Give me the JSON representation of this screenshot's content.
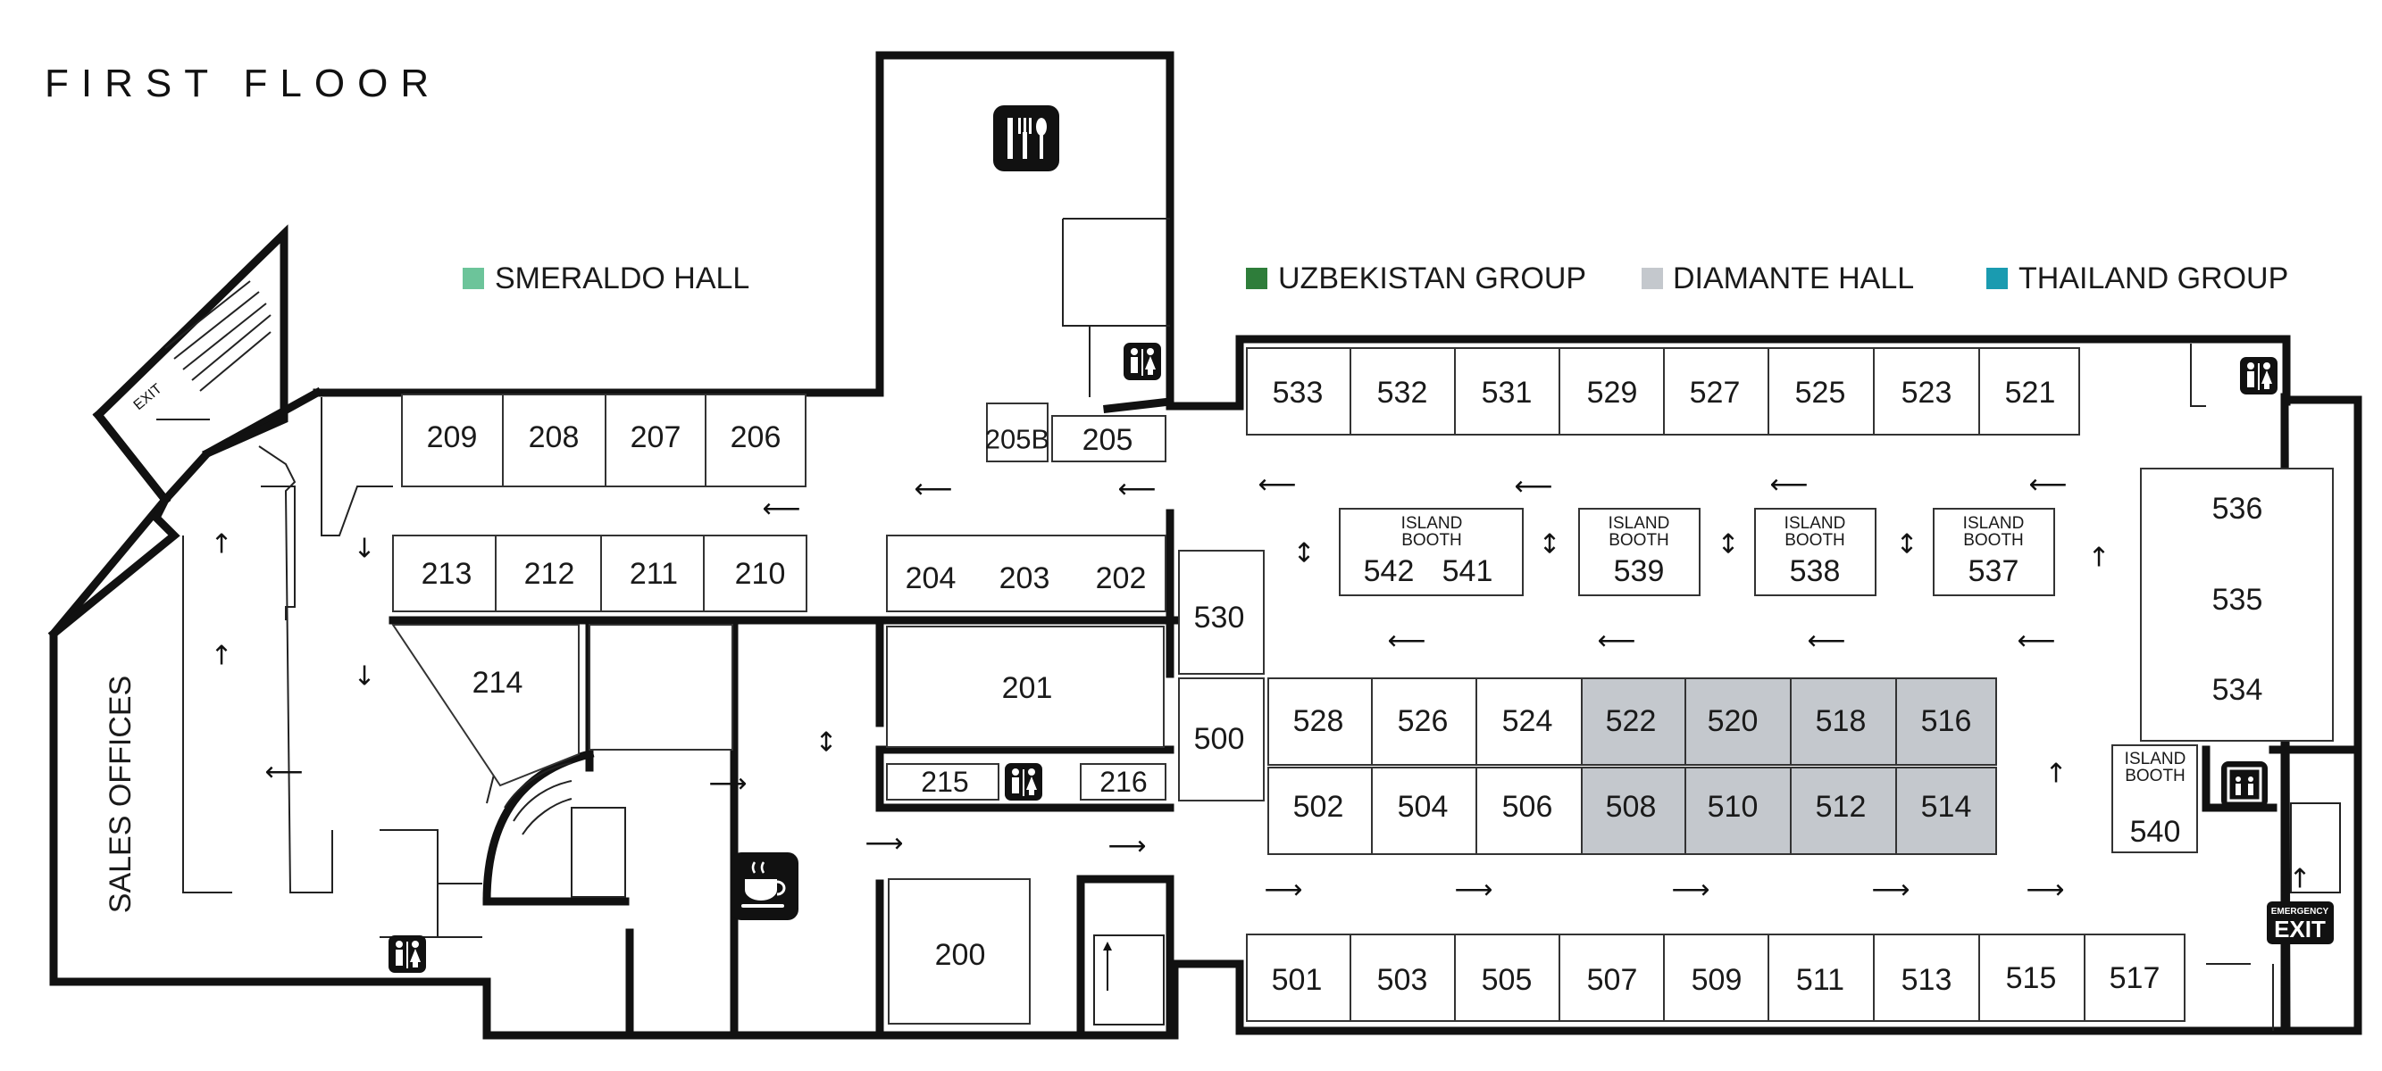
{
  "title": "FIRST FLOOR",
  "legend": [
    {
      "label": "SMERALDO HALL",
      "color": "#6cc49a"
    },
    {
      "label": "UZBEKISTAN GROUP",
      "color": "#2e7d3a"
    },
    {
      "label": "DIAMANTE HALL",
      "color": "#c4c8cd"
    },
    {
      "label": "THAILAND GROUP",
      "color": "#1a9bb0"
    }
  ],
  "colors": {
    "wall": "#111111",
    "booth_fill": "#ffffff",
    "diamante_fill": "#c4c8cd"
  },
  "rooms": {
    "sales_offices": "SALES OFFICES",
    "island_booth": [
      "ISLAND",
      "BOOTH"
    ]
  },
  "booths": {
    "b209": "209",
    "b208": "208",
    "b207": "207",
    "b206": "206",
    "b213": "213",
    "b212": "212",
    "b211": "211",
    "b210": "210",
    "b214": "214",
    "b204": "204",
    "b203": "203",
    "b202": "202",
    "b205b": "205B",
    "b205": "205",
    "b201": "201",
    "b215": "215",
    "b216": "216",
    "b200": "200",
    "b530": "530",
    "b500": "500",
    "b533": "533",
    "b532": "532",
    "b531": "531",
    "b529": "529",
    "b527": "527",
    "b525": "525",
    "b523": "523",
    "b521": "521",
    "b542": "542",
    "b541": "541",
    "b539": "539",
    "b538": "538",
    "b537": "537",
    "b536": "536",
    "b535": "535",
    "b534": "534",
    "b540": "540",
    "b528": "528",
    "b526": "526",
    "b524": "524",
    "b522": "522",
    "b520": "520",
    "b518": "518",
    "b516": "516",
    "b502": "502",
    "b504": "504",
    "b506": "506",
    "b508": "508",
    "b510": "510",
    "b512": "512",
    "b514": "514",
    "b501": "501",
    "b503": "503",
    "b505": "505",
    "b507": "507",
    "b509": "509",
    "b511": "511",
    "b513": "513",
    "b515": "515",
    "b517": "517"
  },
  "diamante_booths": [
    "522",
    "520",
    "518",
    "516",
    "508",
    "510",
    "512",
    "514"
  ],
  "signs": {
    "exit": "EXIT",
    "emergency_small": "EMERGENCY",
    "emergency_big": "EXIT"
  },
  "icons": [
    "restaurant-icon",
    "cafe-icon",
    "restroom-icon",
    "elevator-icon",
    "stairs-icon"
  ]
}
